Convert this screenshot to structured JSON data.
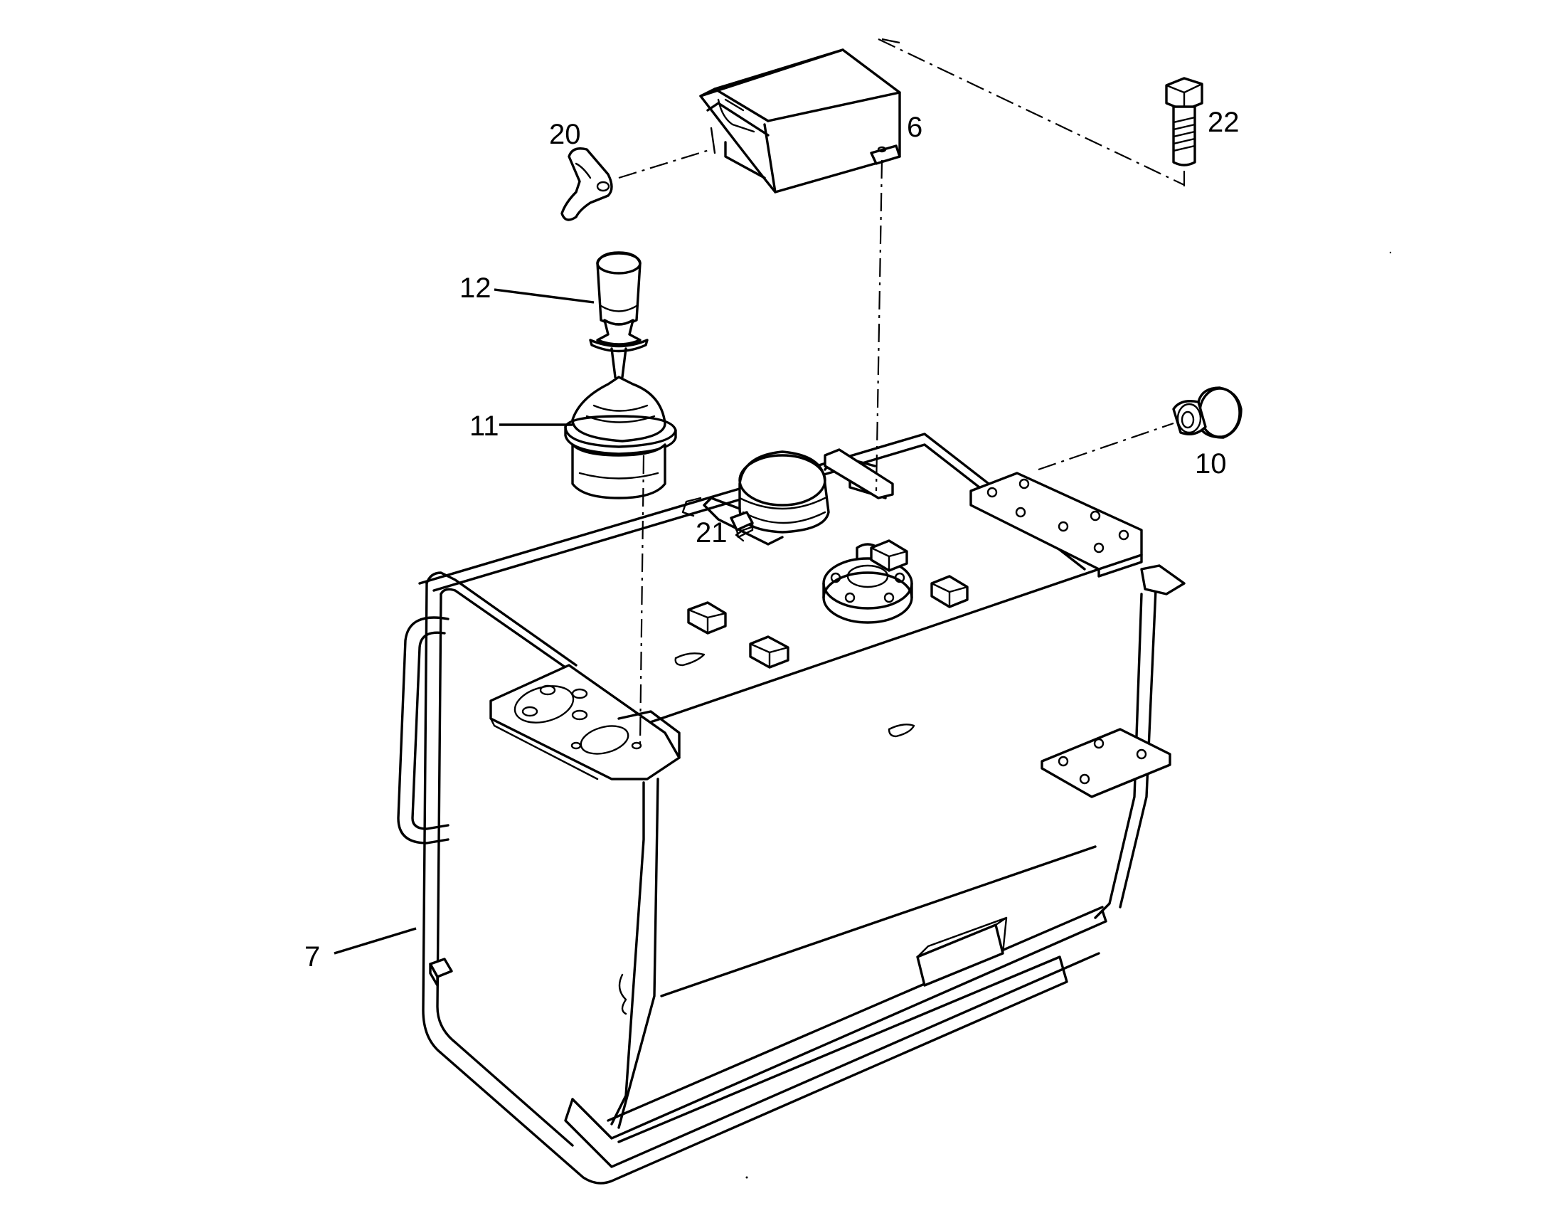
{
  "callouts": {
    "c6": "6",
    "c7": "7",
    "c10": "10",
    "c11": "11",
    "c12": "12",
    "c20": "20",
    "c21": "21",
    "c22": "22"
  },
  "colors": {
    "ink": "#000000",
    "paper": "#ffffff"
  }
}
